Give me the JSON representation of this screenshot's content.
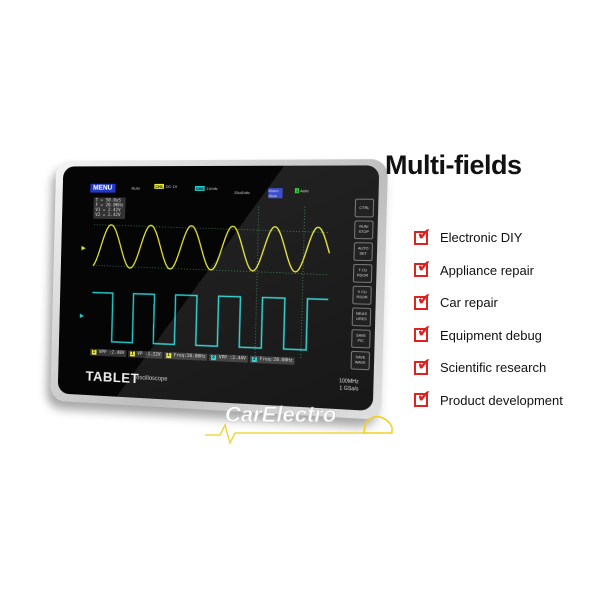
{
  "device": {
    "menu_label": "MENU",
    "run_status": "RUN",
    "ch1": {
      "label": "CH1",
      "coupling": "DC 1X",
      "scale": "1V/div"
    },
    "ch2": {
      "label": "CH2",
      "coupling": "DC 1X",
      "scale": "1V/div"
    },
    "timebase": "20uS/div",
    "mode": "Mono Slow",
    "trigger": "Auto",
    "info": [
      "T = 50.0uS",
      "F = 20.0KHz",
      "V1 = 2.42V",
      "V2 = 2.42V"
    ],
    "side_buttons": [
      "CTRL",
      "RUN/ STOP",
      "AUTO SET",
      "T CU RSOR",
      "V CU RSOR",
      "MEAS URES",
      "SAVE PIC",
      "SAVE WAVE"
    ],
    "measurements": [
      {
        "ch": "1",
        "text": "VPP :2.40V"
      },
      {
        "ch": "1",
        "text": "VP :1.22V"
      },
      {
        "ch": "1",
        "text": "Freq:20.00Hz"
      },
      {
        "ch": "2",
        "text": "VPP :2.44V"
      },
      {
        "ch": "2",
        "text": "Freq:20.00Hz"
      }
    ],
    "brand": "TABLET",
    "brand_sub": "oscilloscope",
    "bandwidth": "100MHz",
    "sample_rate": "1 GSa/s"
  },
  "heading": "Multi-fields",
  "fields": [
    "Electronic DIY",
    "Appliance repair",
    "Car repair",
    "Equipment debug",
    "Scientific research",
    "Product development"
  ],
  "watermark": "CarElectro",
  "colors": {
    "ch1": "#eaea30",
    "ch2": "#22cccc",
    "check": "#dd2222"
  }
}
